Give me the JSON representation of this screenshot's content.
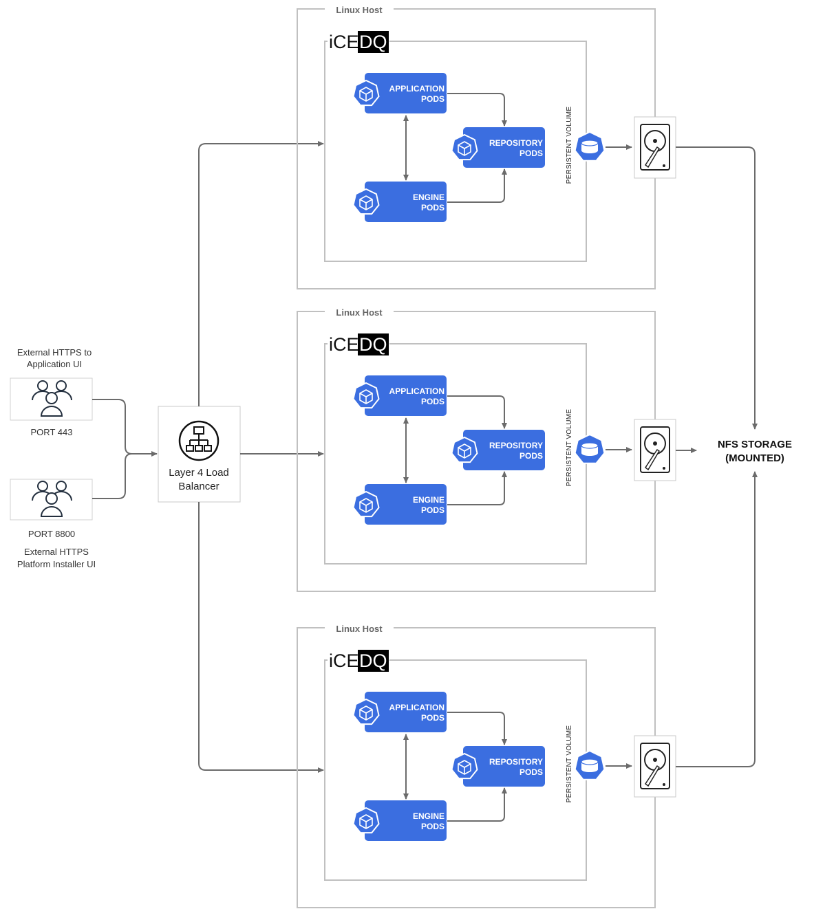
{
  "hosts": [
    {
      "title": "Linux Host",
      "logo_left": "iCE",
      "logo_right": "DQ",
      "pods": {
        "application": [
          "APPLICATION",
          "PODS"
        ],
        "repository": [
          "REPOSITORY",
          "PODS"
        ],
        "engine": [
          "ENGINE",
          "PODS"
        ]
      },
      "volume_label": "PERSISTENT VOLUME"
    },
    {
      "title": "Linux Host",
      "logo_left": "iCE",
      "logo_right": "DQ",
      "pods": {
        "application": [
          "APPLICATION",
          "PODS"
        ],
        "repository": [
          "REPOSITORY",
          "PODS"
        ],
        "engine": [
          "ENGINE",
          "PODS"
        ]
      },
      "volume_label": "PERSISTENT VOLUME"
    },
    {
      "title": "Linux Host",
      "logo_left": "iCE",
      "logo_right": "DQ",
      "pods": {
        "application": [
          "APPLICATION",
          "PODS"
        ],
        "repository": [
          "REPOSITORY",
          "PODS"
        ],
        "engine": [
          "ENGINE",
          "PODS"
        ]
      },
      "volume_label": "PERSISTENT VOLUME"
    }
  ],
  "users": {
    "top_caption": [
      "External HTTPS to",
      "Application UI"
    ],
    "top_port": "PORT 443",
    "bottom_port": "PORT 8800",
    "bottom_caption": [
      "External HTTPS",
      "Platform Installer UI"
    ]
  },
  "load_balancer": {
    "label": [
      "Layer 4 Load",
      "Balancer"
    ]
  },
  "storage": {
    "label": [
      "NFS STORAGE",
      "(MOUNTED)"
    ]
  },
  "colors": {
    "pod": "#3b6ee0",
    "wire": "#6b6b6b",
    "border": "#c0c0c0"
  }
}
